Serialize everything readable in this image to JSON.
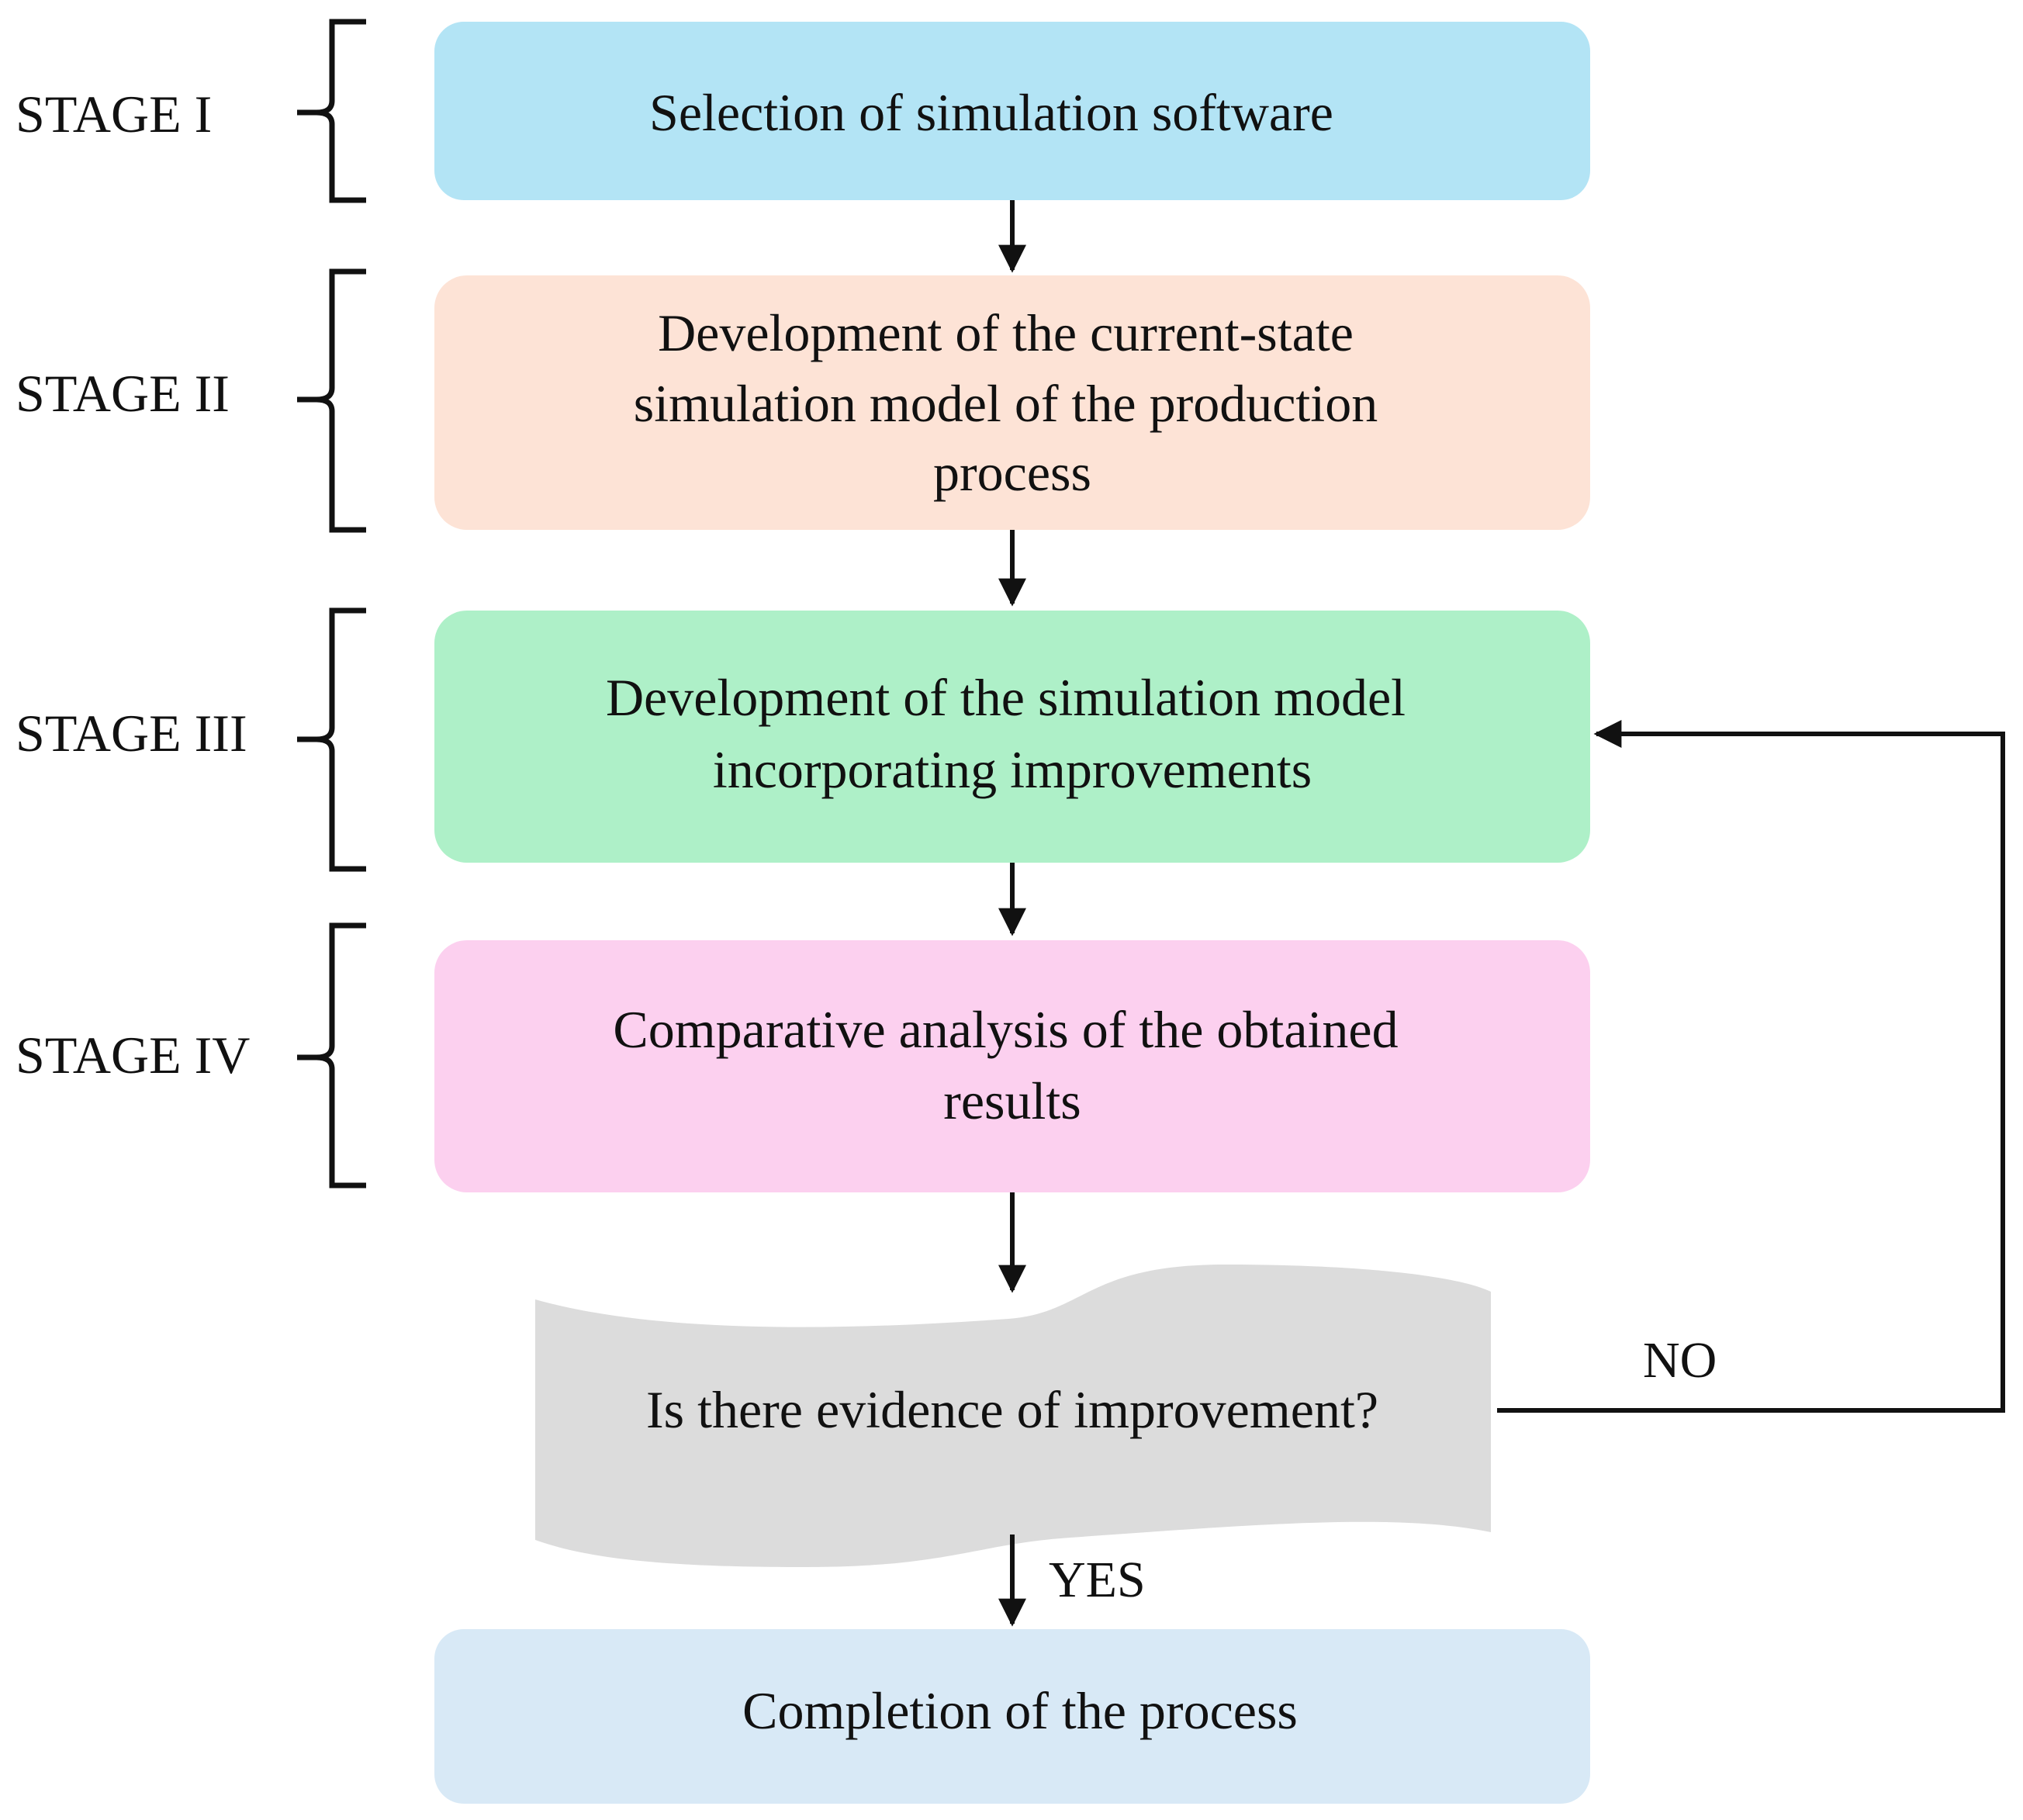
{
  "stages": [
    {
      "label": "STAGE I"
    },
    {
      "label": "STAGE II"
    },
    {
      "label": "STAGE III"
    },
    {
      "label": "STAGE IV"
    }
  ],
  "boxes": [
    {
      "id": "selection",
      "lines": [
        "Selection of simulation software"
      ],
      "color": "#b3e4f5"
    },
    {
      "id": "current-state",
      "lines": [
        "Development of the current-state",
        "simulation model of the production",
        "process"
      ],
      "color": "#fde3d6"
    },
    {
      "id": "improvements",
      "lines": [
        "Development of the simulation model",
        "incorporating improvements"
      ],
      "color": "#aef0c8"
    },
    {
      "id": "comparative",
      "lines": [
        "Comparative analysis of the obtained",
        "results"
      ],
      "color": "#fcd0ef"
    },
    {
      "id": "decision",
      "lines": [
        "Is there evidence of improvement?"
      ],
      "color": "#dcdcdc"
    },
    {
      "id": "completion",
      "lines": [
        "Completion of the process"
      ],
      "color": "#d8e9f6"
    }
  ],
  "labels": {
    "no": "NO",
    "yes": "YES"
  }
}
